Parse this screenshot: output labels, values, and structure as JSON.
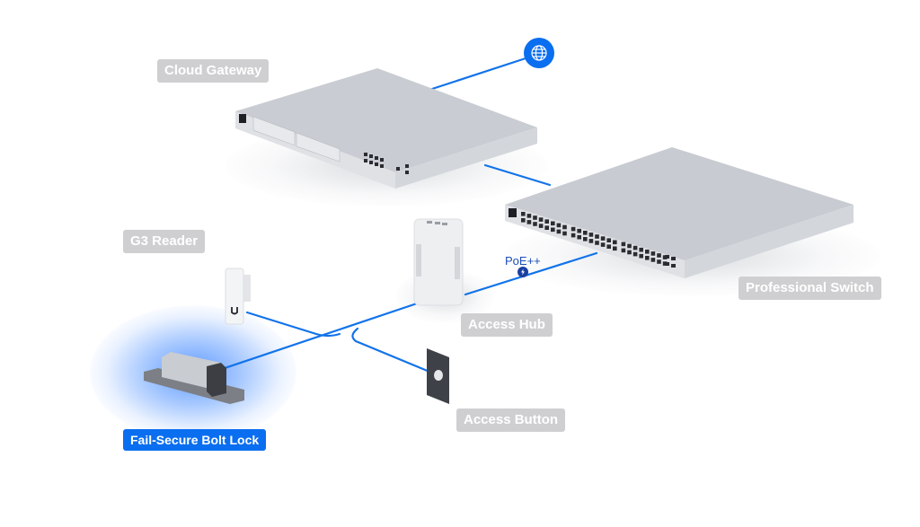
{
  "diagram": {
    "accent_color": "#0a6ef0",
    "wire_color": "#1273ea",
    "label_color": "#cfcfd1",
    "devices": [
      {
        "id": "cloud-gateway",
        "label": "Cloud Gateway",
        "active": false
      },
      {
        "id": "professional-switch",
        "label": "Professional Switch",
        "active": false
      },
      {
        "id": "g3-reader",
        "label": "G3 Reader",
        "active": false
      },
      {
        "id": "access-hub",
        "label": "Access Hub",
        "active": false
      },
      {
        "id": "access-button",
        "label": "Access Button",
        "active": false
      },
      {
        "id": "fail-secure-bolt-lock",
        "label": "Fail-Secure Bolt Lock",
        "active": true
      }
    ],
    "internet": {
      "icon": "globe-icon"
    },
    "poe": {
      "label": "PoE++",
      "icon": "lightning-icon"
    },
    "connections": [
      {
        "from": "internet",
        "to": "cloud-gateway"
      },
      {
        "from": "cloud-gateway",
        "to": "professional-switch"
      },
      {
        "from": "professional-switch",
        "to": "access-hub",
        "label": "PoE++"
      },
      {
        "from": "access-hub",
        "to": "g3-reader"
      },
      {
        "from": "access-hub",
        "to": "access-button"
      },
      {
        "from": "access-hub",
        "to": "fail-secure-bolt-lock"
      }
    ]
  }
}
